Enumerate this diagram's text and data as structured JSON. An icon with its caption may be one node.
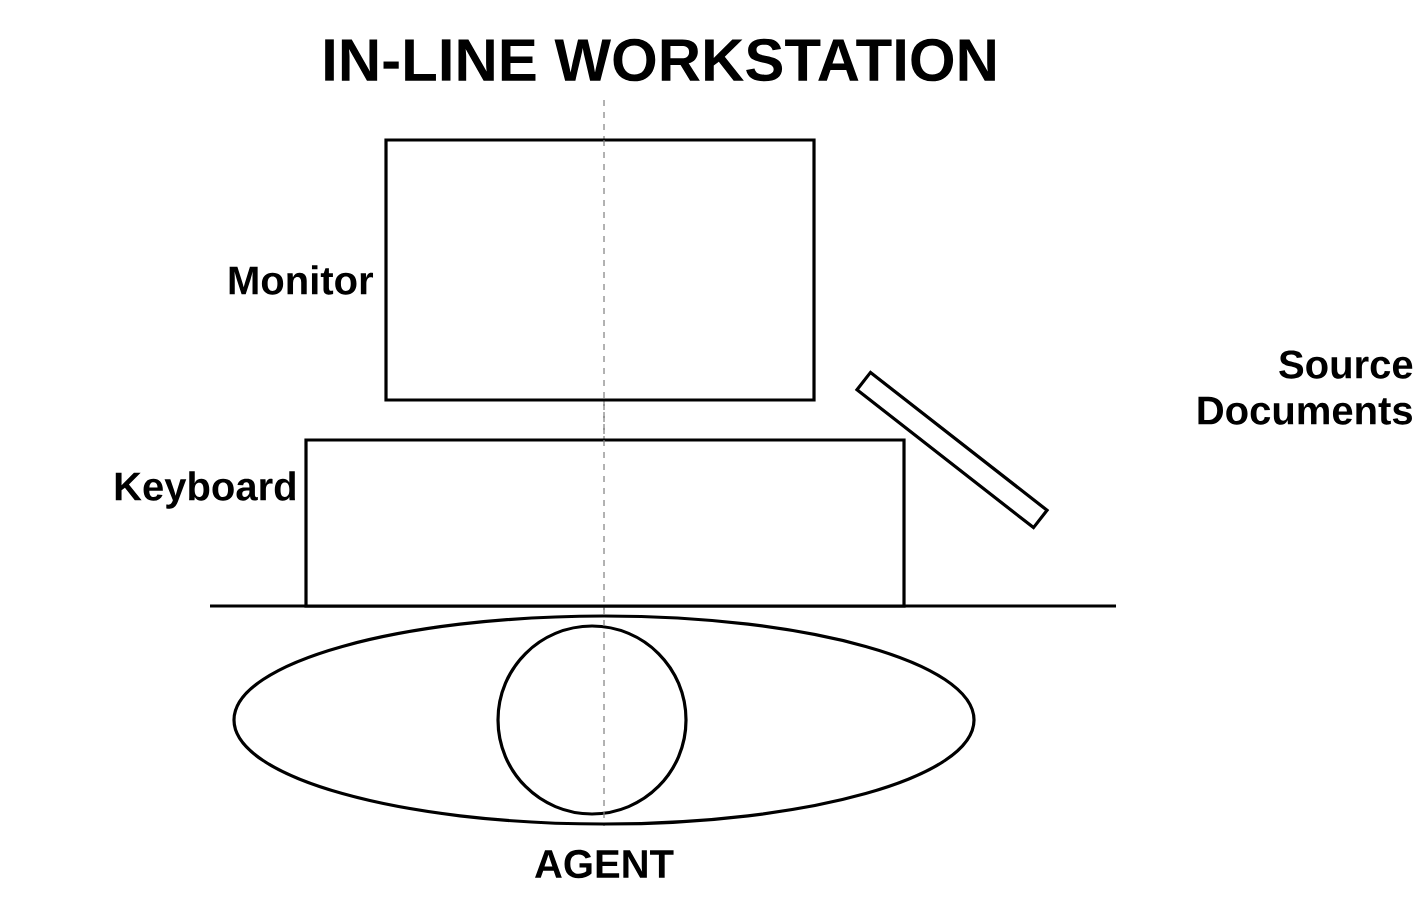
{
  "diagram": {
    "title": "IN-LINE WORKSTATION",
    "nodes": [
      {
        "text": [
          "Monitor"
        ]
      },
      {
        "text": [
          "Keyboard"
        ]
      },
      {
        "text": [
          "Source Documents"
        ]
      },
      {
        "text": [
          "AGENT"
        ]
      },
      {
        "text": [],
        "shape": "circle",
        "in": 3
      }
    ]
  }
}
